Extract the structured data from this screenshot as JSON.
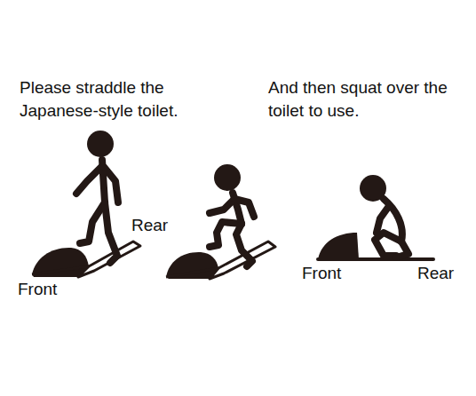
{
  "diagram": {
    "labels": [
      "Please straddle the Japanese-style toilet.",
      "And then squat over the toilet to use.",
      "Rear",
      "Front",
      "Front",
      "Rear"
    ]
  }
}
